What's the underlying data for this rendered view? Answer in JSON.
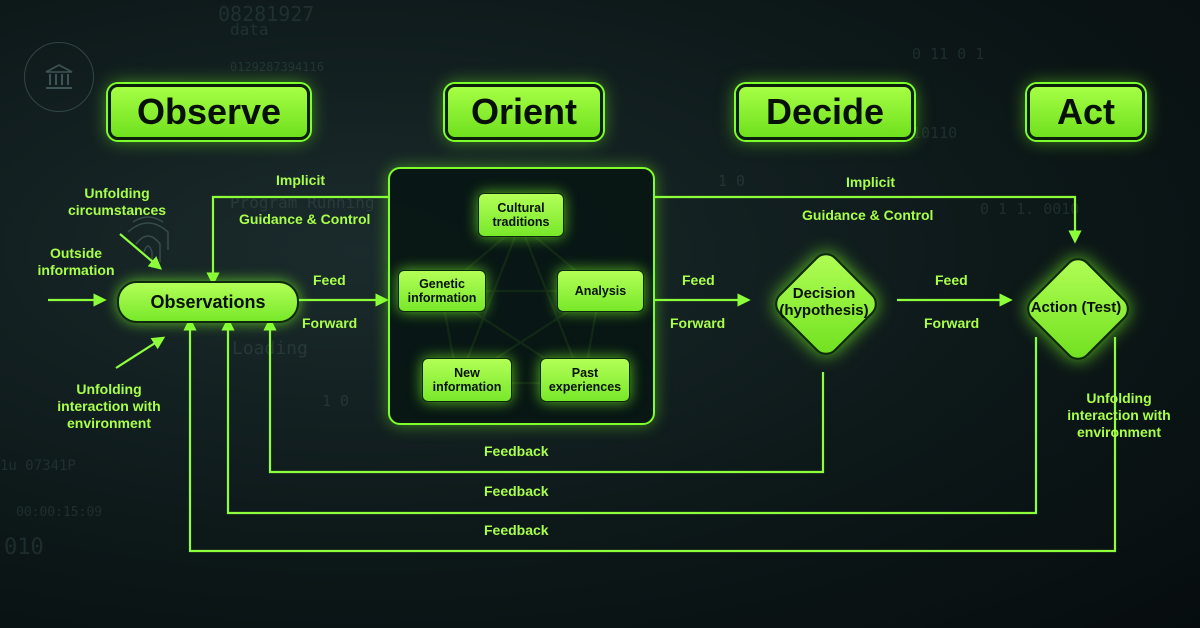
{
  "phases": {
    "observe": "Observe",
    "orient": "Orient",
    "decide": "Decide",
    "act": "Act"
  },
  "nodes": {
    "observations": "Observations",
    "decision": "Decision (hypothesis)",
    "action": "Action (Test)"
  },
  "orient_factors": {
    "cultural": "Cultural traditions",
    "genetic": "Genetic information",
    "analysis": "Analysis",
    "new_info": "New information",
    "past": "Past experiences"
  },
  "labels": {
    "unfolding_circumstances": "Unfolding circumstances",
    "outside_information": "Outside information",
    "unfolding_interaction_left": "Unfolding interaction with environment",
    "unfolding_interaction_right": "Unfolding interaction with environment",
    "implicit_left": "Implicit",
    "guidance_left": "Guidance & Control",
    "implicit_right": "Implicit",
    "guidance_right": "Guidance & Control",
    "feed_1": "Feed",
    "forward_1": "Forward",
    "feed_2": "Feed",
    "forward_2": "Forward",
    "feed_3": "Feed",
    "forward_3": "Forward",
    "feedback_1": "Feedback",
    "feedback_2": "Feedback",
    "feedback_3": "Feedback"
  },
  "background": {
    "digits_1": "08281927",
    "digits_1b": "data",
    "digits_2": "0129287394116",
    "digits_3": "0 11 0 1",
    "digits_4": "10110",
    "digits_5": "1 0",
    "digits_6": "0 1 1. 0010",
    "digits_7": "Program Running",
    "digits_8": "Loading",
    "digits_9": "1u 07341P",
    "digits_10": "00:00:15:09",
    "digits_11": "010",
    "digits_12": "1 0"
  },
  "colors": {
    "accent": "#7cff2a",
    "label": "#a8ff4a",
    "background": "#0d1819"
  },
  "icons": {
    "bank": "bank-icon",
    "fingerprint": "fingerprint-icon"
  }
}
